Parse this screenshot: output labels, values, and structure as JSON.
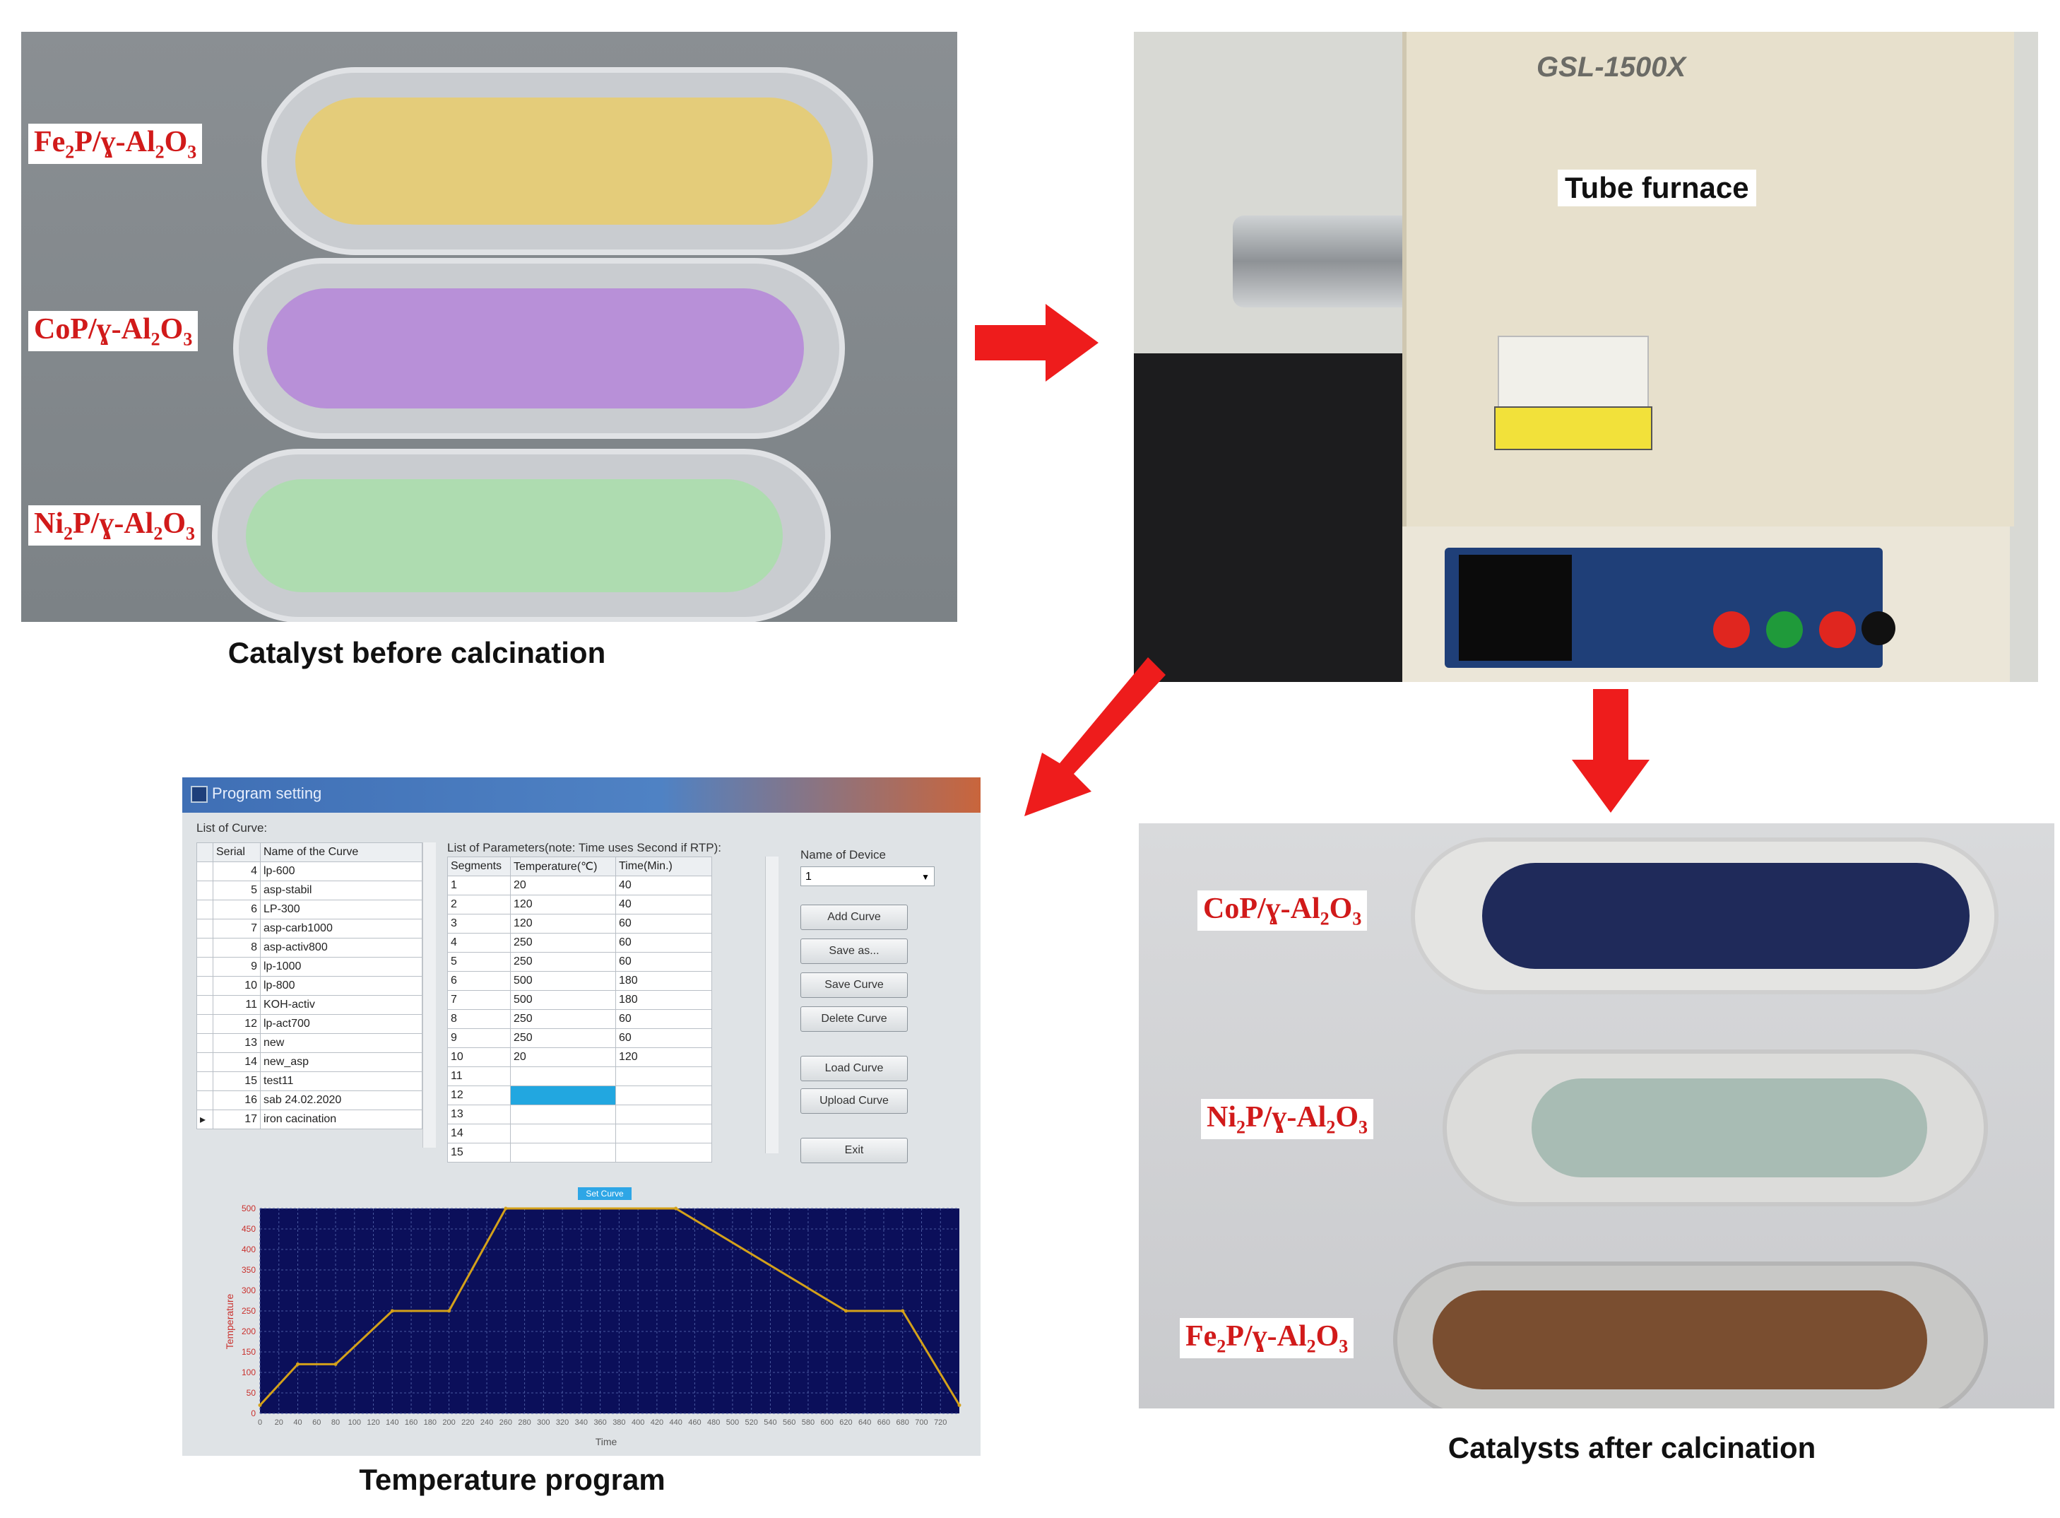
{
  "panels": {
    "before": {
      "caption": "Catalyst before calcination",
      "labels": [
        {
          "base": "Fe",
          "sub1": "2",
          "mid": "P/ɣ-Al",
          "sub2": "2",
          "end": "O",
          "sub3": "3"
        },
        {
          "base": "CoP/ɣ-Al",
          "sub1": "",
          "mid": "",
          "sub2": "2",
          "end": "O",
          "sub3": "3"
        },
        {
          "base": "Ni",
          "sub1": "2",
          "mid": "P/ɣ-Al",
          "sub2": "2",
          "end": "O",
          "sub3": "3"
        }
      ]
    },
    "furnace": {
      "model": "GSL-1500X",
      "label": "Tube furnace"
    },
    "program": {
      "caption": "Temperature program",
      "window_title": "Program setting",
      "list_of_curve_label": "List of Curve:",
      "list_of_params_label": "List of Parameters(note: Time uses Second if RTP):",
      "name_of_device_label": "Name of Device",
      "device_value": "1",
      "curve_headers": [
        "Serial",
        "Name of the Curve"
      ],
      "curves": [
        {
          "serial": "4",
          "name": "lp-600"
        },
        {
          "serial": "5",
          "name": "asp-stabil"
        },
        {
          "serial": "6",
          "name": "LP-300"
        },
        {
          "serial": "7",
          "name": "asp-carb1000"
        },
        {
          "serial": "8",
          "name": "asp-activ800"
        },
        {
          "serial": "9",
          "name": "lp-1000"
        },
        {
          "serial": "10",
          "name": "lp-800"
        },
        {
          "serial": "11",
          "name": "KOH-activ"
        },
        {
          "serial": "12",
          "name": "lp-act700"
        },
        {
          "serial": "13",
          "name": "new"
        },
        {
          "serial": "14",
          "name": "new_asp"
        },
        {
          "serial": "15",
          "name": "test11"
        },
        {
          "serial": "16",
          "name": "sab 24.02.2020"
        },
        {
          "serial": "17",
          "name": "iron cacination"
        }
      ],
      "param_headers": [
        "Segments",
        "Temperature(℃)",
        "Time(Min.)"
      ],
      "params": [
        {
          "seg": "1",
          "temp": "20",
          "time": "40"
        },
        {
          "seg": "2",
          "temp": "120",
          "time": "40"
        },
        {
          "seg": "3",
          "temp": "120",
          "time": "60"
        },
        {
          "seg": "4",
          "temp": "250",
          "time": "60"
        },
        {
          "seg": "5",
          "temp": "250",
          "time": "60"
        },
        {
          "seg": "6",
          "temp": "500",
          "time": "180"
        },
        {
          "seg": "7",
          "temp": "500",
          "time": "180"
        },
        {
          "seg": "8",
          "temp": "250",
          "time": "60"
        },
        {
          "seg": "9",
          "temp": "250",
          "time": "60"
        },
        {
          "seg": "10",
          "temp": "20",
          "time": "120"
        },
        {
          "seg": "11",
          "temp": "",
          "time": ""
        },
        {
          "seg": "12",
          "temp": "",
          "time": ""
        },
        {
          "seg": "13",
          "temp": "",
          "time": ""
        },
        {
          "seg": "14",
          "temp": "",
          "time": ""
        },
        {
          "seg": "15",
          "temp": "",
          "time": ""
        }
      ],
      "buttons": [
        "Add Curve",
        "Save as...",
        "Save Curve",
        "Delete Curve",
        "Load Curve",
        "Upload Curve",
        "Exit"
      ],
      "graph_tab": "Set Curve",
      "y_label": "Temperature",
      "x_label": "Time"
    },
    "after": {
      "caption": "Catalysts after calcination",
      "labels": [
        {
          "base": "CoP/ɣ-Al",
          "sub1": "",
          "mid": "",
          "sub2": "2",
          "end": "O",
          "sub3": "3"
        },
        {
          "base": "Ni",
          "sub1": "2",
          "mid": "P/ɣ-Al",
          "sub2": "2",
          "end": "O",
          "sub3": "3"
        },
        {
          "base": "Fe",
          "sub1": "2",
          "mid": "P/ɣ-Al",
          "sub2": "2",
          "end": "O",
          "sub3": "3"
        }
      ]
    }
  },
  "chart_data": {
    "type": "line",
    "x": [
      0,
      40,
      80,
      140,
      200,
      260,
      440,
      620,
      680,
      740
    ],
    "values": [
      20,
      120,
      120,
      250,
      250,
      500,
      500,
      250,
      250,
      20
    ],
    "xlabel": "Time",
    "ylabel": "Temperature",
    "xlim": [
      0,
      740
    ],
    "ylim": [
      0,
      500
    ],
    "x_ticks": [
      0,
      20,
      40,
      60,
      80,
      100,
      120,
      140,
      160,
      180,
      200,
      220,
      240,
      260,
      280,
      300,
      320,
      340,
      360,
      380,
      400,
      420,
      440,
      460,
      480,
      500,
      520,
      540,
      560,
      580,
      600,
      620,
      640,
      660,
      680,
      700,
      720
    ],
    "y_ticks": [
      0,
      50,
      100,
      150,
      200,
      250,
      300,
      350,
      400,
      450,
      500
    ],
    "grid": true,
    "colors": {
      "line": "#d4a11a",
      "background": "#0b0f5a",
      "grid": "#4a5aa0",
      "ticks": "#c9302c"
    }
  },
  "colors": {
    "arrow": "#ee1c1c",
    "label_text": "#d11a1a"
  }
}
